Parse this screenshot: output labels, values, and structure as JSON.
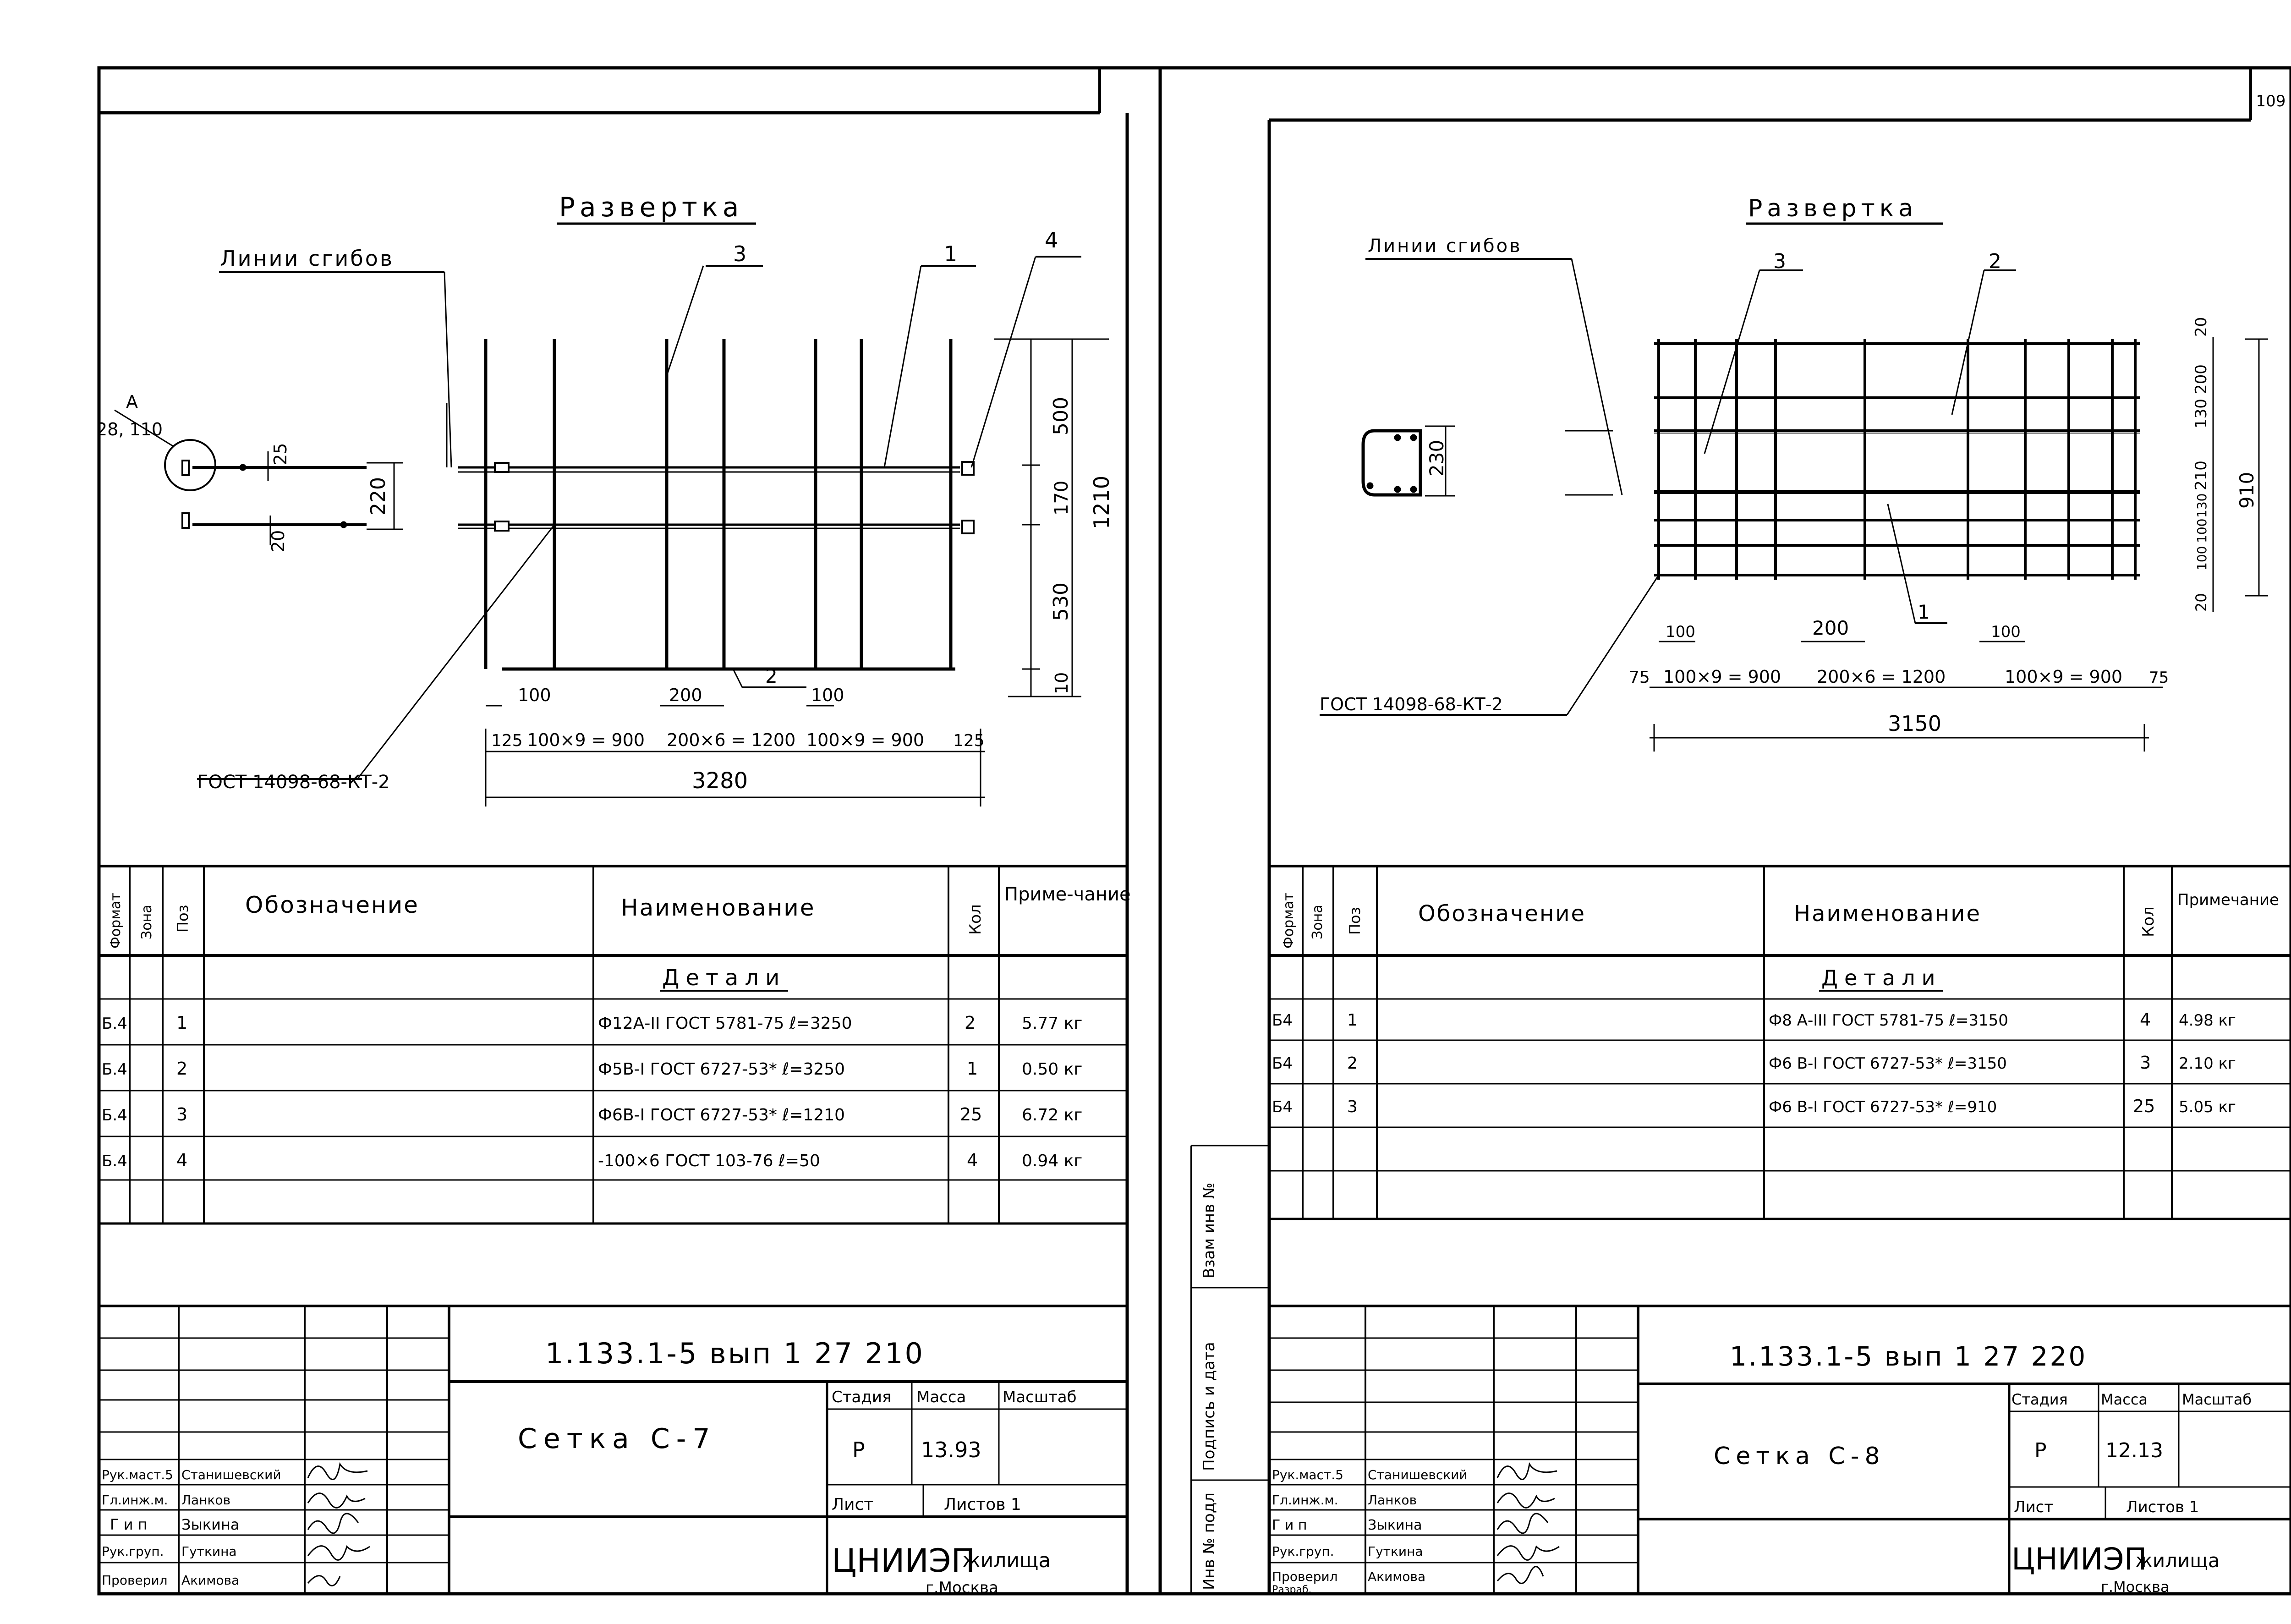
{
  "page_number": "109",
  "left": {
    "title": "Развертка",
    "bend_lines_label": "Линии сгибов",
    "callout_label": "А",
    "callout_value": "28, 110",
    "pos_labels": [
      "3",
      "1",
      "4",
      "2"
    ],
    "dims_section": [
      "25",
      "220",
      "20"
    ],
    "dims_right": [
      "500",
      "170",
      "530",
      "10",
      "1210"
    ],
    "dims_pitch": [
      "100",
      "200",
      "100"
    ],
    "dims_bottom": [
      "125",
      "100×9 = 900",
      "200×6 = 1200",
      "100×9 = 900",
      "125"
    ],
    "overall_length": "3280",
    "weld_note": "ГОСТ 14098-68-КТ-2",
    "table": {
      "headers": [
        "Формат",
        "Зона",
        "Поз",
        "Обозначение",
        "Наименование",
        "Кол",
        "Приме-чание"
      ],
      "section": "Детали",
      "rows": [
        {
          "format": "Б.4",
          "pos": "1",
          "name": "Ф12А-II ГОСТ 5781-75 ℓ=3250",
          "qty": "2",
          "note": "5.77 кг"
        },
        {
          "format": "Б.4",
          "pos": "2",
          "name": "Ф5В-I ГОСТ 6727-53* ℓ=3250",
          "qty": "1",
          "note": "0.50 кг"
        },
        {
          "format": "Б.4",
          "pos": "3",
          "name": "Ф6В-I ГОСТ 6727-53* ℓ=1210",
          "qty": "25",
          "note": "6.72 кг"
        },
        {
          "format": "Б.4",
          "pos": "4",
          "name": "-100×6 ГОСТ 103-76 ℓ=50",
          "qty": "4",
          "note": "0.94 кг"
        }
      ]
    },
    "title_block": {
      "doc_code": "1.133.1-5 вып 1 27 210",
      "drawing_name": "Сетка С-7",
      "stage_label": "Стадия",
      "mass_label": "Масса",
      "scale_label": "Масштаб",
      "stage": "Р",
      "mass": "13.93",
      "sheet_label": "Лист",
      "sheets_label": "Листов 1",
      "org": "ЦНИИЭП",
      "org_suffix": "жилища",
      "city": "г.Москва",
      "people": [
        {
          "role": "Рук.маст.5",
          "name": "Станишевский"
        },
        {
          "role": "Гл.инж.м.",
          "name": "Ланков"
        },
        {
          "role": "Г и п",
          "name": "Зыкина"
        },
        {
          "role": "Рук.груп.",
          "name": "Гуткина"
        },
        {
          "role": "Проверил",
          "name": "Акимова"
        }
      ]
    }
  },
  "right": {
    "title": "Развертка",
    "bend_lines_label": "Линии сгибов",
    "pos_labels": [
      "3",
      "2",
      "1"
    ],
    "dims_section": [
      "230"
    ],
    "dims_right": [
      "20",
      "200",
      "130",
      "210",
      "130",
      "100",
      "100",
      "20",
      "910"
    ],
    "dims_pitch": [
      "100",
      "200",
      "100"
    ],
    "dims_bottom": [
      "75",
      "100×9 = 900",
      "200×6 = 1200",
      "100×9 = 900",
      "75"
    ],
    "overall_length": "3150",
    "weld_note": "ГОСТ 14098-68-КТ-2",
    "table": {
      "headers": [
        "Формат",
        "Зона",
        "Поз",
        "Обозначение",
        "Наименование",
        "Кол",
        "Примечание"
      ],
      "section": "Детали",
      "rows": [
        {
          "format": "Б4",
          "pos": "1",
          "name": "Ф8 А-III ГОСТ 5781-75 ℓ=3150",
          "qty": "4",
          "note": "4.98 кг"
        },
        {
          "format": "Б4",
          "pos": "2",
          "name": "Ф6 В-I ГОСТ 6727-53* ℓ=3150",
          "qty": "3",
          "note": "2.10 кг"
        },
        {
          "format": "Б4",
          "pos": "3",
          "name": "Ф6 В-I ГОСТ 6727-53* ℓ=910",
          "qty": "25",
          "note": "5.05 кг"
        }
      ]
    },
    "side_stamp": [
      "Взам инв №",
      "Подпись и дата",
      "Инв № подл"
    ],
    "title_block": {
      "doc_code": "1.133.1-5 вып 1 27 220",
      "drawing_name": "Сетка С-8",
      "stage_label": "Стадия",
      "mass_label": "Масса",
      "scale_label": "Масштаб",
      "stage": "Р",
      "mass": "12.13",
      "sheet_label": "Лист",
      "sheets_label": "Листов 1",
      "org": "ЦНИИЭП",
      "org_suffix": "жилища",
      "city": "г.Москва",
      "people": [
        {
          "role": "Рук.маст.5",
          "name": "Станишевский"
        },
        {
          "role": "Гл.инж.м.",
          "name": "Ланков"
        },
        {
          "role": "Г и п",
          "name": "Зыкина"
        },
        {
          "role": "Рук.груп.",
          "name": "Гуткина"
        },
        {
          "role": "Проверил",
          "name": "Акимова"
        },
        {
          "role": "Разраб.",
          "name": ""
        }
      ]
    }
  }
}
